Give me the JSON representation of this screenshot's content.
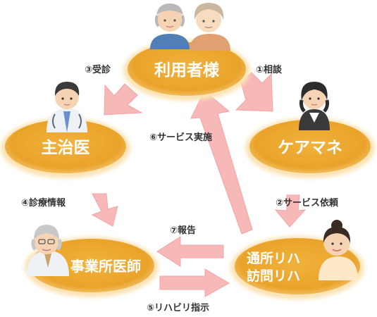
{
  "colors": {
    "node_fill": "#eeae36",
    "node_glow": "#fbe3b4",
    "arrow_fill": "#f7b8b8",
    "arrow_stroke": "#f3a3a6",
    "label_text": "#333333"
  },
  "nodes": {
    "user": "利用者様",
    "caremanager": "ケアマネ",
    "doctor": "主治医",
    "facility_doctor": "事業所医師",
    "rehab_line1": "通所リハ",
    "rehab_line2": "訪問リハ"
  },
  "flows": {
    "consult": "①相談",
    "service_request": "②サービス依頼",
    "visit": "③受診",
    "medical_info": "④診療情報",
    "rehab_instruction": "⑤リハビリ指示",
    "service_provision": "⑥サービス実施",
    "report": "⑦報告"
  },
  "icons": {
    "user_people": "elderly-couple-icon",
    "caremanager_person": "care-manager-icon",
    "doctor_person": "doctor-icon",
    "facility_doctor_person": "elderly-doctor-icon",
    "rehab_person": "therapist-icon"
  }
}
